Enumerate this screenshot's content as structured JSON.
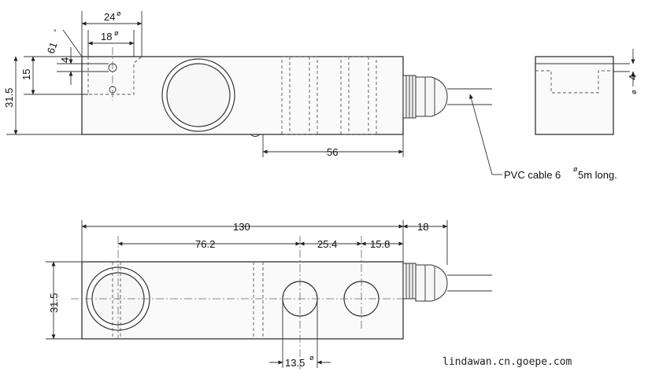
{
  "side_view": {
    "dims": {
      "width_24": "24",
      "width_18": "18",
      "angle_61": "61",
      "hole_4": "4",
      "height_15": "15",
      "height_31_5": "31.5",
      "length_56": "56"
    }
  },
  "end_view": {
    "dims": {
      "hole_4": "4"
    }
  },
  "cable_note": {
    "prefix": "PVC cable 6",
    "suffix": " 5m long."
  },
  "top_view": {
    "dims": {
      "length_130": "130",
      "offset_18": "18",
      "dist_76_2": "76.2",
      "dist_25_4": "25.4",
      "dist_15_8": "15.8",
      "height_31_5": "31.5",
      "hole_13_5": "13.5"
    }
  },
  "diameter_symbol": "ø",
  "degree_symbol": "°",
  "watermark": "lindawan.cn.goepe.com"
}
